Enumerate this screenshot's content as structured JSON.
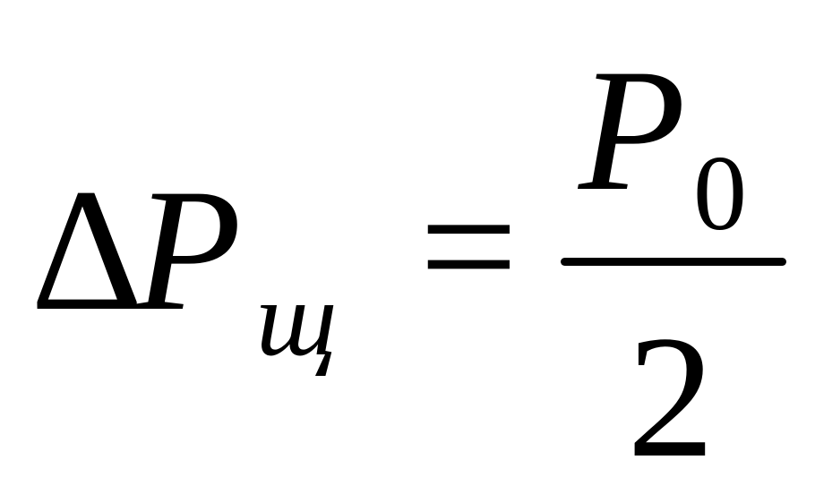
{
  "formula": {
    "lhs": {
      "delta": "Δ",
      "symbol": "P",
      "subscript": "щ"
    },
    "operator": "=",
    "rhs": {
      "numerator": {
        "symbol": "P",
        "subscript": "0"
      },
      "denominator": "2"
    }
  }
}
